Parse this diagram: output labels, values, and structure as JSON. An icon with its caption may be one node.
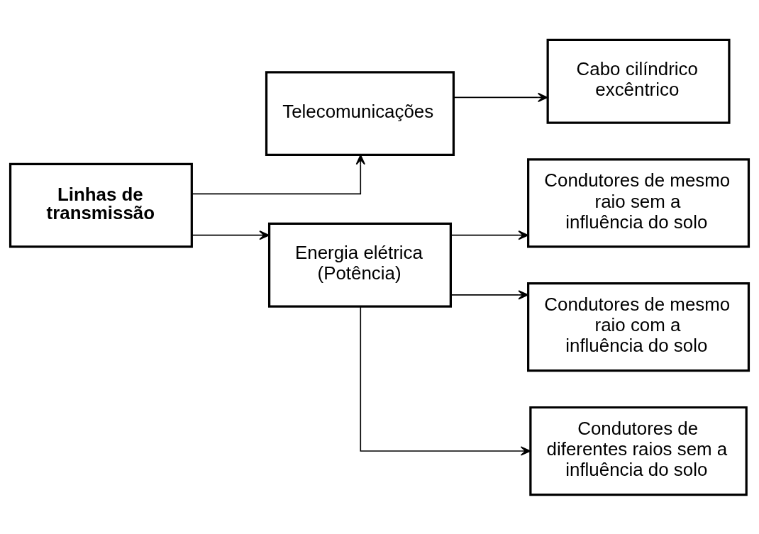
{
  "diagram": {
    "nodes": [
      {
        "text": [
          "Linhas de transmissão"
        ]
      },
      {
        "text": [
          "Telecomunicações"
        ]
      },
      {
        "text": [
          "Cabo cilíndrico excêntrico"
        ]
      },
      {
        "text": [
          "Energia elétrica (Potência)"
        ]
      },
      {
        "text": [
          "Condutores de mesmo raio sem a influência do solo"
        ]
      },
      {
        "text": [
          "Condutores de mesmo raio com a influência do solo"
        ]
      },
      {
        "text": [
          "Condutores de diferentes raios sem a influência do solo"
        ]
      }
    ],
    "edges": [
      {
        "from": 0,
        "to": 1,
        "arrow": "to"
      },
      {
        "from": 1,
        "to": 2,
        "arrow": "to"
      },
      {
        "from": 0,
        "to": 3,
        "arrow": "to"
      },
      {
        "from": 3,
        "to": 4,
        "arrow": "to"
      },
      {
        "from": 3,
        "to": 5,
        "arrow": "to"
      },
      {
        "from": 3,
        "to": 6,
        "arrow": "to"
      }
    ]
  }
}
